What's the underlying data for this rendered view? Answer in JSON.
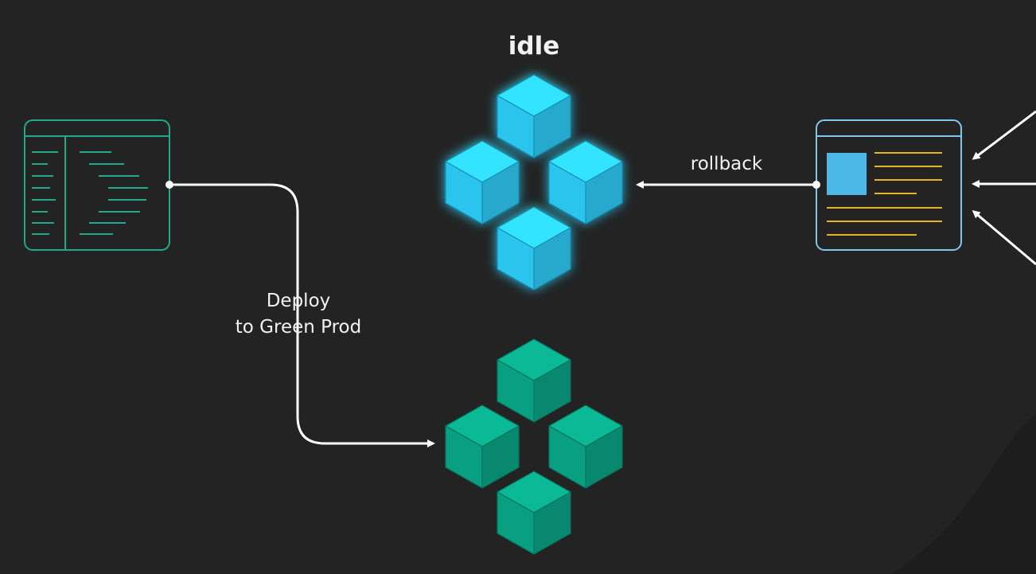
{
  "labels": {
    "idle": "idle",
    "rollback": "rollback",
    "deploy_line1": "Deploy",
    "deploy_line2": "to Green Prod"
  },
  "colors": {
    "background": "#232323",
    "blue_cube": "#2ed3ff",
    "green_cube": "#0aab8b",
    "code_window_border": "#1fa98a",
    "app_window_border": "#7cc8ee",
    "app_window_image": "#4cb8e8",
    "app_window_text_lines": "#e3b521",
    "arrows": "#ffffff"
  },
  "icons": {
    "source_window": "code-editor-window-icon",
    "app_window": "web-app-window-icon",
    "blue_cluster": "blue-environment-cubes-icon",
    "green_cluster": "green-environment-cubes-icon"
  }
}
